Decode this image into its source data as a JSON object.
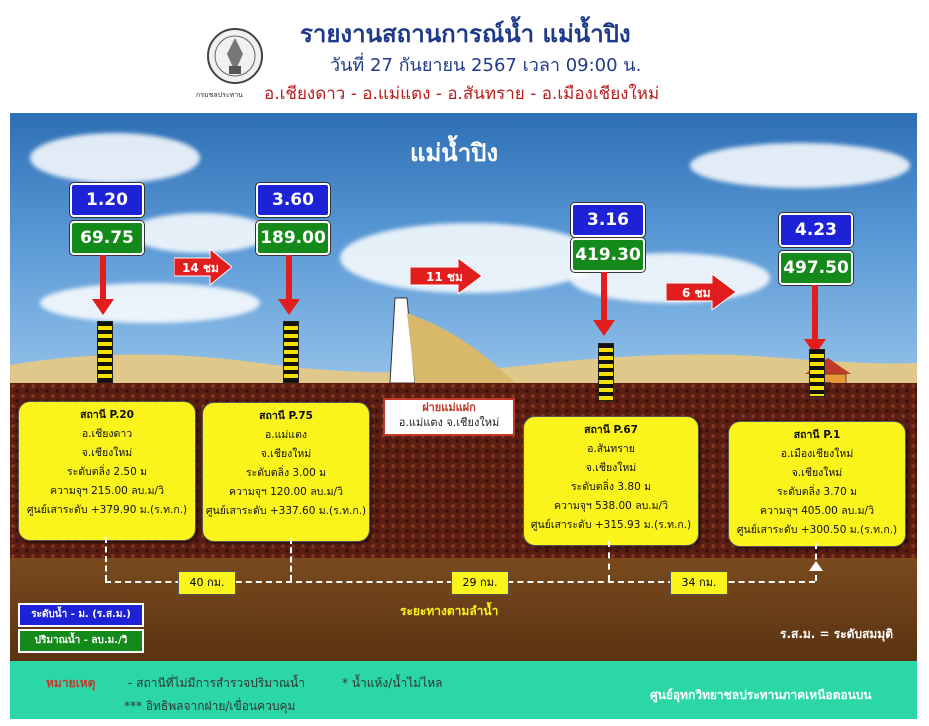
{
  "header": {
    "title": "รายงานสถานการณ์น้ำ แม่น้ำปิง",
    "subtitle": "วันที่ 27 กันยายน 2567 เวลา 09:00 น.",
    "districts": "อ.เชียงดาว - อ.แม่แตง - อ.สันทราย - อ.เมืองเชียงใหม่",
    "seal_caption": "กรมชลประทาน"
  },
  "scene": {
    "title": "แม่น้ำปิง",
    "colors": {
      "level": "#1d22d6",
      "flow": "#138a1a",
      "arrow": "#e11d1d",
      "box": "#fbf31c"
    }
  },
  "stations": [
    {
      "level": "1.20",
      "flow": "69.75",
      "name": "สถานี P.20",
      "amphoe": "อ.เชียงดาว",
      "province": "จ.เชียงใหม่",
      "bank": "ระดับตลิ่ง 2.50 ม",
      "capacity": "ความจุฯ 215.00 ลบ.ม/วิ",
      "datum": "ศูนย์เสาระดับ +379.90 ม.(ร.ท.ก.)"
    },
    {
      "level": "3.60",
      "flow": "189.00",
      "name": "สถานี P.75",
      "amphoe": "อ.แม่แตง",
      "province": "จ.เชียงใหม่",
      "bank": "ระดับตลิ่ง 3.00 ม",
      "capacity": "ความจุฯ 120.00 ลบ.ม/วิ",
      "datum": "ศูนย์เสาระดับ +337.60 ม.(ร.ท.ก.)"
    },
    {
      "level": "3.16",
      "flow": "419.30",
      "name": "สถานี P.67",
      "amphoe": "อ.สันทราย",
      "province": "จ.เชียงใหม่",
      "bank": "ระดับตลิ่ง 3.80 ม",
      "capacity": "ความจุฯ 538.00 ลบ.ม/วิ",
      "datum": "ศูนย์เสาระดับ +315.93 ม.(ร.ท.ก.)"
    },
    {
      "level": "4.23",
      "flow": "497.50",
      "name": "สถานี P.1",
      "amphoe": "อ.เมืองเชียงใหม่",
      "province": "จ.เชียงใหม่",
      "bank": "ระดับตลิ่ง 3.70 ม",
      "capacity": "ความจุฯ 405.00 ลบ.ม/วิ",
      "datum": "ศูนย์เสาระดับ +300.50 ม.(ร.ท.ก.)"
    }
  ],
  "travel_times": [
    "14 ชม",
    "11 ชม",
    "6 ชม"
  ],
  "dam": {
    "name": "ฝายแม่แฝก",
    "location": "อ.แม่แตง จ.เชียงใหม่"
  },
  "distances": [
    "40 กม.",
    "29 กม.",
    "34 กม."
  ],
  "distance_caption": "ระยะทางตามลำน้ำ",
  "legend": {
    "level": "ระดับน้ำ - ม. (ร.ส.ม.)",
    "flow": "ปริมาณน้ำ - ลบ.ม./วิ",
    "rsm": "ร.ส.ม. = ระดับสมมุติ"
  },
  "footer": {
    "note_label": "หมายเหตุ",
    "note_1": "- สถานีที่ไม่มีการสำรวจปริมาณน้ำ",
    "note_2": "*  น้ำแห้ง/น้ำไม่ไหล",
    "note_3": "*** อิทธิพลจากฝาย/เขื่อนควบคุม",
    "org": "ศูนย์อุทกวิทยาชลประทานภาคเหนือตอนบน"
  }
}
